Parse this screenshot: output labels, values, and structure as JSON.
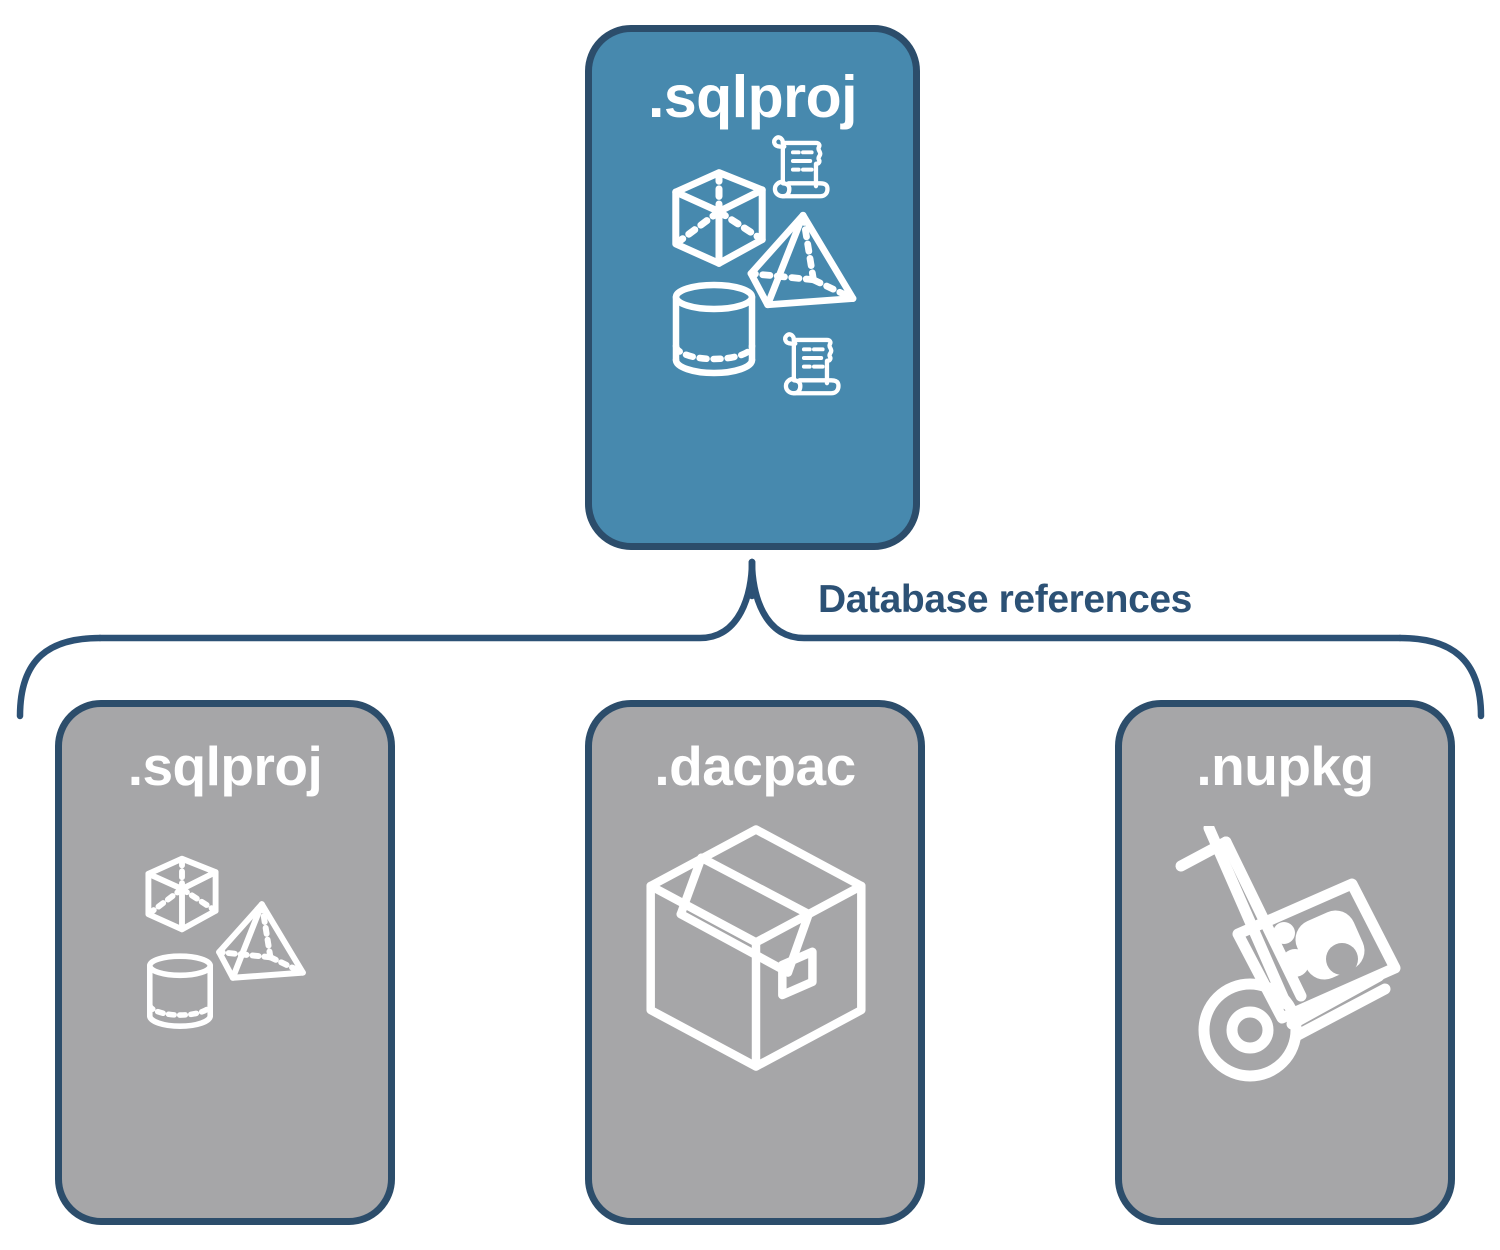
{
  "diagram": {
    "title_text": "Database references",
    "colors": {
      "accent_blue": "#4789AE",
      "card_gray": "#A6A6A8",
      "outline_navy": "#2C4D6B",
      "label_navy": "#2C5175",
      "icon_white": "#FFFFFF",
      "background": "#FFFFFF"
    }
  },
  "top_card": {
    "label": ".sqlproj",
    "fill": "blue",
    "icons": [
      "cube-icon",
      "scroll-icon",
      "pyramid-icon",
      "cylinder-icon",
      "scroll-icon"
    ]
  },
  "reference_targets": [
    {
      "label": ".sqlproj",
      "fill": "gray",
      "icons": [
        "cube-icon",
        "pyramid-icon",
        "cylinder-icon"
      ]
    },
    {
      "label": ".dacpac",
      "fill": "gray",
      "icons": [
        "package-box-icon"
      ]
    },
    {
      "label": ".nupkg",
      "fill": "gray",
      "icons": [
        "hand-truck-package-icon"
      ]
    }
  ]
}
